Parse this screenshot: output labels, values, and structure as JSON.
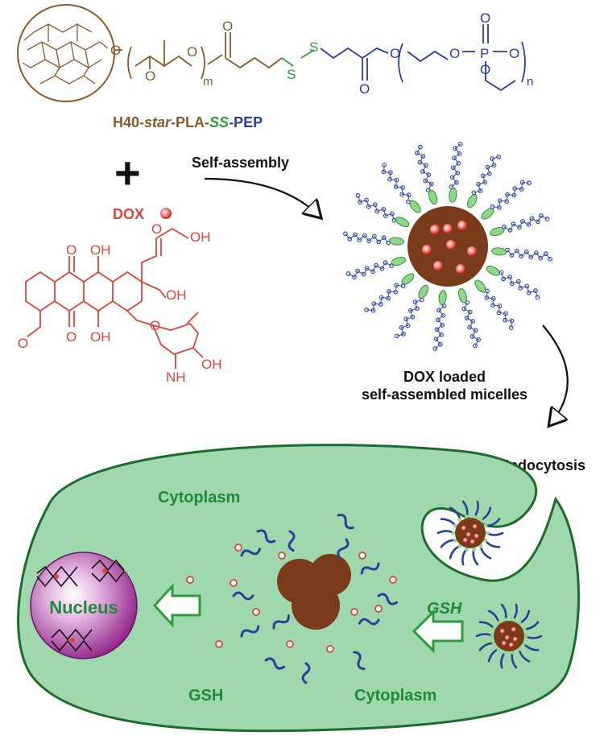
{
  "labels": {
    "polymer_name": {
      "h40": "H40-",
      "star": "star",
      "pla": "-PLA-",
      "ss": "SS",
      "pep": "-PEP"
    },
    "plus": "+",
    "dox": "DOX",
    "self_assembly": "Self-assembly",
    "micelles_line1": "DOX loaded",
    "micelles_line2": "self-assembled micelles",
    "endocytosis": "Endocytosis",
    "cytoplasm_top": "Cytoplasm",
    "cytoplasm_bottom": "Cytoplasm",
    "nucleus": "Nucleus",
    "gsh_left": "GSH",
    "gsh_right": "GSH",
    "sub_m": "m",
    "sub_n": "n",
    "atom_o": "O",
    "atom_s": "S",
    "atom_p": "P",
    "atom_oh": "OH",
    "atom_nh2": "NH"
  },
  "colors": {
    "core_brown": "#7a3b1a",
    "pla_brown": "#8b5a2b",
    "ss_green": "#2a9d3b",
    "pep_blue": "#2c3e9c",
    "dox_red": "#e0443a",
    "cell_fill": "#9fd8ac",
    "cell_stroke": "#1e6b2e",
    "label_green": "#1f8a3a",
    "nucleus_purple": "#8e1f87"
  }
}
